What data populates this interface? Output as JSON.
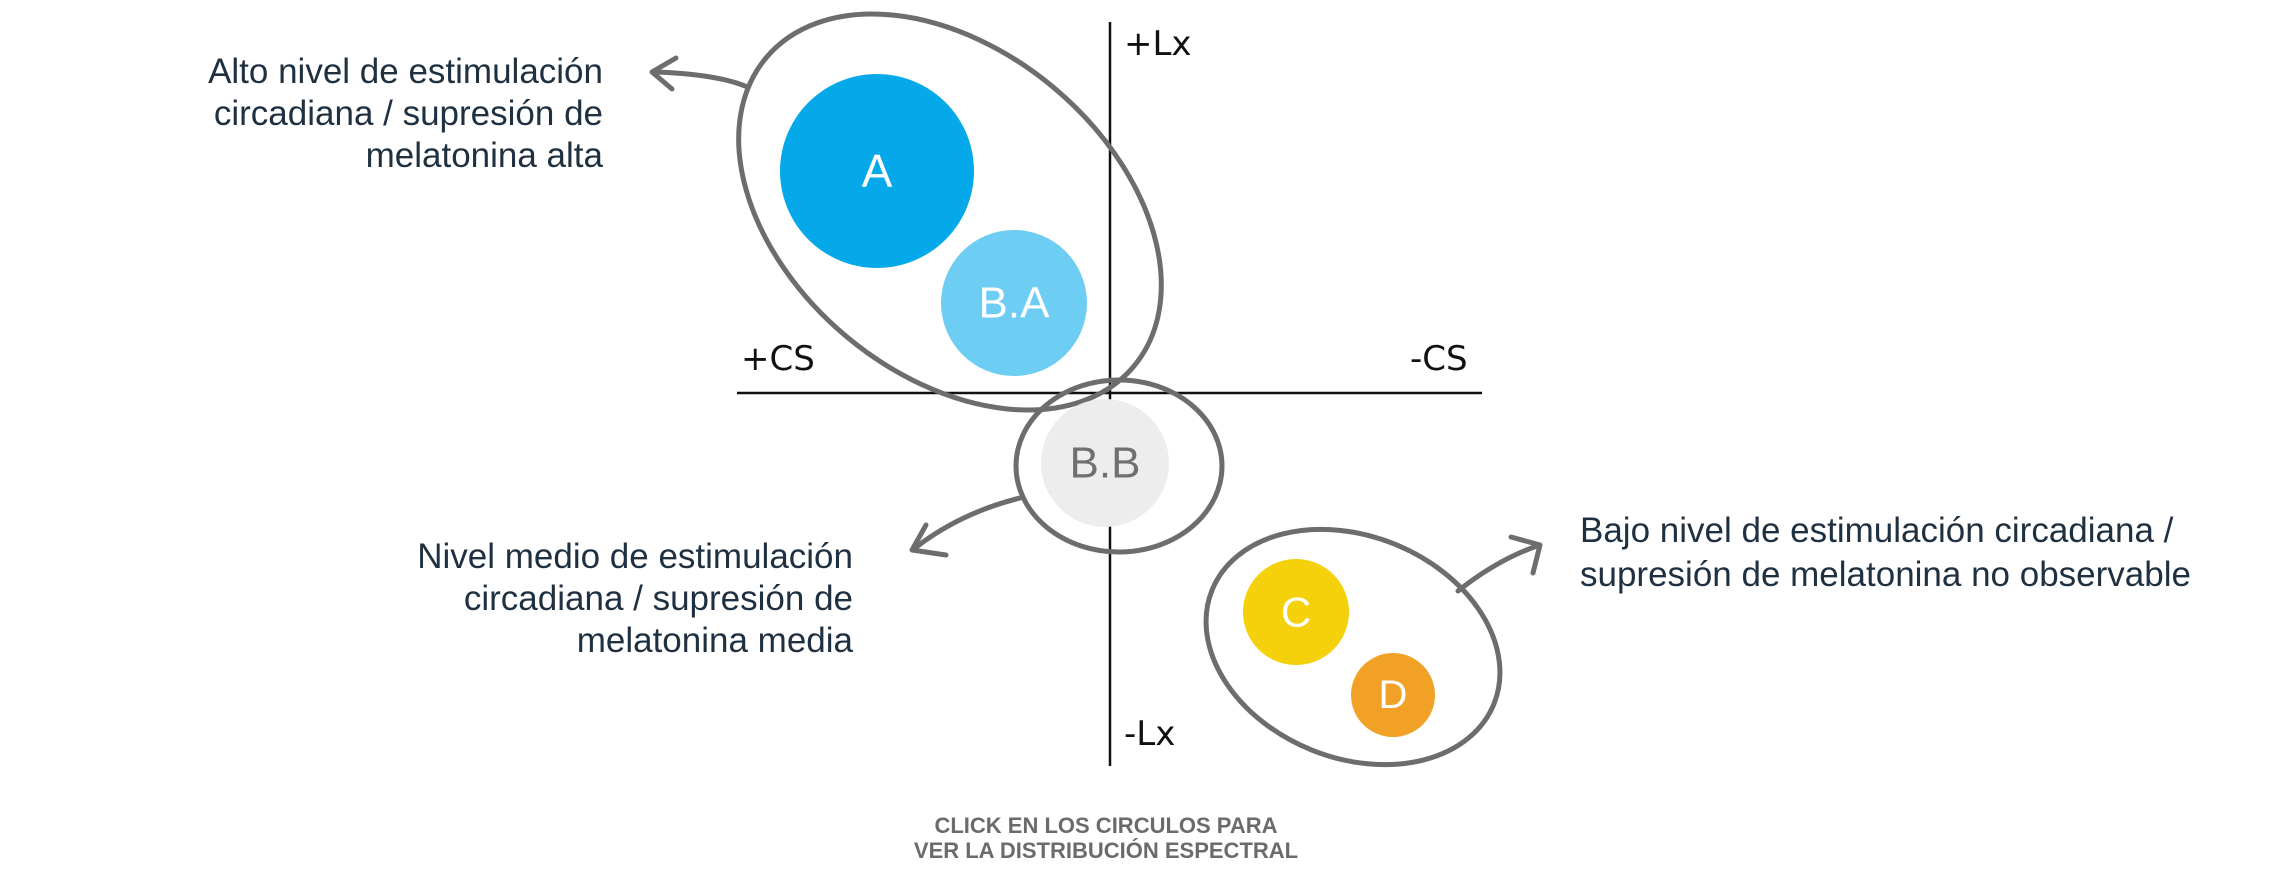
{
  "axes": {
    "top": "+Lx",
    "bottom": "-Lx",
    "left": "+CS",
    "right": "-CS"
  },
  "groups": {
    "high": {
      "text_lines": [
        "Alto nivel de estimulación",
        "circadiana / supresión de",
        "melatonina alta"
      ]
    },
    "medium": {
      "text_lines": [
        "Nivel medio de estimulación",
        "circadiana / supresión de",
        "melatonina media"
      ]
    },
    "low": {
      "text_lines": [
        "Bajo nivel de estimulación circadiana /",
        "supresión de melatonina no observable"
      ]
    }
  },
  "circles": [
    {
      "id": "A",
      "label": "A",
      "color": "#05a9e9",
      "text_color": "#ffffff"
    },
    {
      "id": "BA",
      "label": "B.A",
      "color": "#6ecdf3",
      "text_color": "#ffffff"
    },
    {
      "id": "BB",
      "label": "B.B",
      "color": "#ededee",
      "text_color": "#707070"
    },
    {
      "id": "C",
      "label": "C",
      "color": "#f4d10a",
      "text_color": "#ffffff"
    },
    {
      "id": "D",
      "label": "D",
      "color": "#f1a125",
      "text_color": "#ffffff"
    }
  ],
  "colors": {
    "outline": "#6d6d6d",
    "axis": "#111111",
    "text": "#1f3040",
    "footer": "#6b6b6b"
  },
  "footer": {
    "line1": "CLICK EN LOS CIRCULOS PARA",
    "line2": "VER LA DISTRIBUCIÓN ESPECTRAL"
  }
}
